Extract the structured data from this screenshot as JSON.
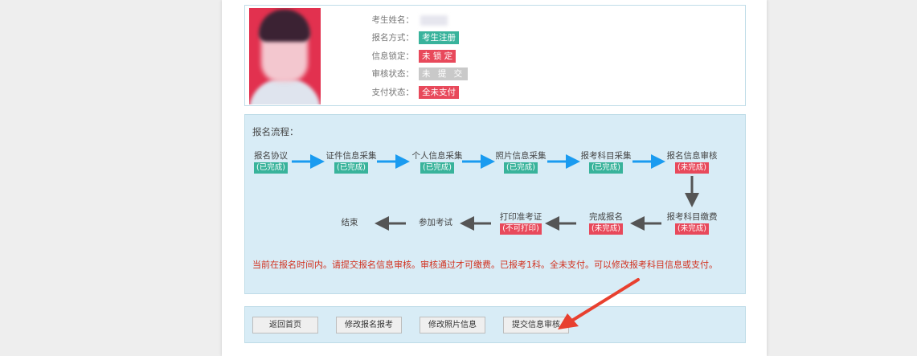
{
  "candidate": {
    "name_label": "考生姓名：",
    "name_value": "",
    "method_label": "报名方式：",
    "method_value": "考生注册",
    "lock_label": "信息锁定：",
    "lock_value": "未 锁 定",
    "review_label": "审核状态：",
    "review_value": "未 提 交",
    "pay_label": "支付状态：",
    "pay_value": "全未支付"
  },
  "process": {
    "title": "报名流程：",
    "steps": [
      {
        "label": "报名协议",
        "status": "(已完成)",
        "done": true
      },
      {
        "label": "证件信息采集",
        "status": "(已完成)",
        "done": true
      },
      {
        "label": "个人信息采集",
        "status": "(已完成)",
        "done": true
      },
      {
        "label": "照片信息采集",
        "status": "(已完成)",
        "done": true
      },
      {
        "label": "报考科目采集",
        "status": "(已完成)",
        "done": true
      },
      {
        "label": "报名信息审核",
        "status": "(未完成)",
        "done": false
      },
      {
        "label": "报考科目缴费",
        "status": "(未完成)",
        "done": false
      },
      {
        "label": "完成报名",
        "status": "(未完成)",
        "done": false
      },
      {
        "label": "打印准考证",
        "status": "(不可打印)",
        "done": false
      },
      {
        "label": "参加考试",
        "status": "",
        "done": false
      },
      {
        "label": "结束",
        "status": "",
        "done": false
      }
    ],
    "notice": "当前在报名时间内。请提交报名信息审核。审核通过才可缴费。已报考1科。全未支付。可以修改报考科目信息或支付。"
  },
  "buttons": {
    "home": "返回首页",
    "edit_registration": "修改报名报考",
    "edit_photo": "修改照片信息",
    "submit_review": "提交信息审核"
  },
  "colors": {
    "done": "#38b39b",
    "undone": "#e8495b",
    "arrow_blue": "#1a9bf0",
    "arrow_gray": "#555555",
    "notice": "#d2311f"
  }
}
